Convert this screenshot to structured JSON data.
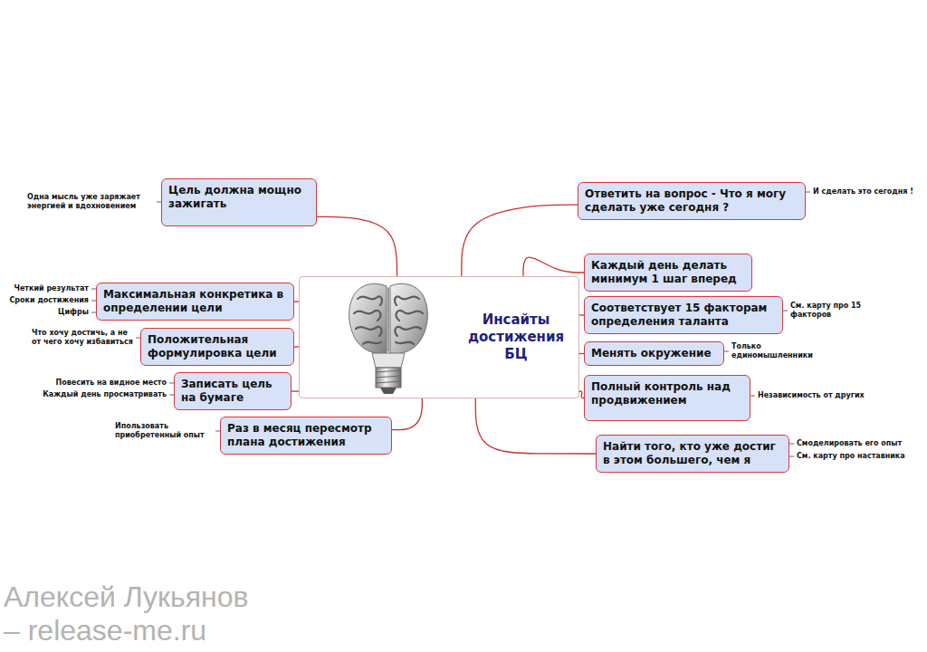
{
  "diagram": {
    "nodes": [
      {
        "text": [
          "Инсайты достижения БЦ"
        ]
      },
      {
        "text": [
          "Цель должна мощно зажигать"
        ]
      },
      {
        "text": [
          "Максимальная конкретика в определении цели"
        ]
      },
      {
        "text": [
          "Положительная формулировка цели"
        ]
      },
      {
        "text": [
          "Записать цель на бумаге"
        ]
      },
      {
        "text": [
          "Раз в месяц пересмотр плана достижения"
        ]
      },
      {
        "text": [
          "Ответить на вопрос - Что я могу сделать уже сегодня ?"
        ]
      },
      {
        "text": [
          "Каждый день делать минимум 1 шаг вперед"
        ]
      },
      {
        "text": [
          "Соответствует 15 факторам определения таланта"
        ]
      },
      {
        "text": [
          "Менять окружение"
        ]
      },
      {
        "text": [
          "Полный контроль над продвижением"
        ]
      },
      {
        "text": [
          "Найти того, кто уже достиг в этом большего, чем я"
        ]
      }
    ],
    "edges": [
      {
        "from": 0,
        "to": 1,
        "arrow": "none"
      },
      {
        "from": 0,
        "to": 2,
        "arrow": "none"
      },
      {
        "from": 0,
        "to": 3,
        "arrow": "none"
      },
      {
        "from": 0,
        "to": 4,
        "arrow": "none"
      },
      {
        "from": 0,
        "to": 5,
        "arrow": "none"
      },
      {
        "from": 0,
        "to": 6,
        "arrow": "none"
      },
      {
        "from": 0,
        "to": 7,
        "arrow": "none"
      },
      {
        "from": 0,
        "to": 8,
        "arrow": "none"
      },
      {
        "from": 0,
        "to": 9,
        "arrow": "none"
      },
      {
        "from": 0,
        "to": 10,
        "arrow": "none"
      },
      {
        "from": 0,
        "to": 11,
        "arrow": "none"
      }
    ],
    "labels": [
      "Одна мысль уже заряжает энергией и вдохновением",
      "Четкий результат",
      "Сроки достижения",
      "Цифры",
      "Что хочу достичь, а не от чего хочу избавиться",
      "Повесить на видное место",
      "Каждый день просматривать",
      "Ипользовать приобретенный опыт",
      "И сделать это сегодня !",
      "См. карту про 15 факторов",
      "Только единомышленники",
      "Независимость от других",
      "Смоделировать его опыт",
      "См. карту про наставника",
      "Алексей Лукьянов",
      "– release-me.ru"
    ]
  }
}
